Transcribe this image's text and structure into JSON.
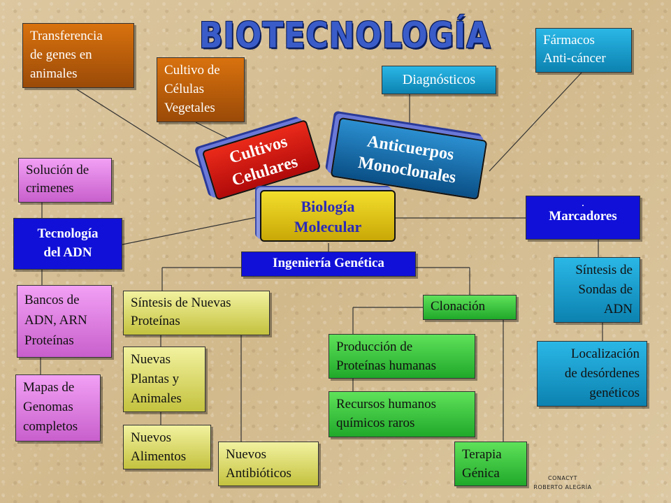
{
  "title": "BIOTECNOLOGÍA",
  "center": {
    "line1": "Biología",
    "line2": "Molecular"
  },
  "cultivos": {
    "line1": "Cultivos",
    "line2": "Celulares"
  },
  "anticuerpos": {
    "line1": "Anticuerpos",
    "line2": "Monoclonales"
  },
  "ingenieria": "Ingeniería Genética",
  "tecnologia": {
    "line1": "Tecnología",
    "line2": "del ADN"
  },
  "marcadores": {
    "dot": ".",
    "label": "Marcadores"
  },
  "transferencia": [
    "Transferencia",
    "de genes en",
    "animales"
  ],
  "cultivo_celulas": [
    "Cultivo de",
    "Células",
    "Vegetales"
  ],
  "diagnosticos": "Diagnósticos",
  "farmacos": [
    "Fármacos",
    "Anti-cáncer"
  ],
  "solucion": [
    "Solución de",
    "crimenes"
  ],
  "bancos": [
    "Bancos  de",
    "ADN, ARN",
    "Proteínas"
  ],
  "mapas": [
    "Mapas de",
    "Genomas",
    "completos"
  ],
  "sintesis_proteinas": [
    "Síntesis de Nuevas",
    "Proteínas"
  ],
  "nuevas_plantas": [
    "Nuevas",
    "Plantas y",
    "Animales"
  ],
  "nuevos_alimentos": [
    "Nuevos",
    "Alimentos"
  ],
  "nuevos_antibioticos": [
    "Nuevos",
    "Antibióticos"
  ],
  "clonacion": "Clonación",
  "produccion": [
    "Producción  de",
    "Proteínas humanas"
  ],
  "recursos": [
    "Recursos humanos",
    "químicos raros"
  ],
  "terapia": [
    "Terapia",
    "Génica"
  ],
  "sintesis_sondas": [
    "Síntesis de",
    "Sondas de",
    "ADN"
  ],
  "localizacion": [
    "Localización",
    "de desórdenes",
    "genéticos"
  ],
  "credit": [
    "CONACYT",
    "ROBERTO ALEGRÍA"
  ],
  "colors": {
    "orange": "#c4600c",
    "pink": "#e48ee8",
    "blue": "#1010d8",
    "cyan": "#1ba3d6",
    "yellow": "#dedd7a",
    "green": "#3cc43e",
    "red_pill": "#d41010",
    "teal_pill": "#1070a8",
    "gold_pill": "#e8cc14",
    "title": "#3a5cc9"
  }
}
